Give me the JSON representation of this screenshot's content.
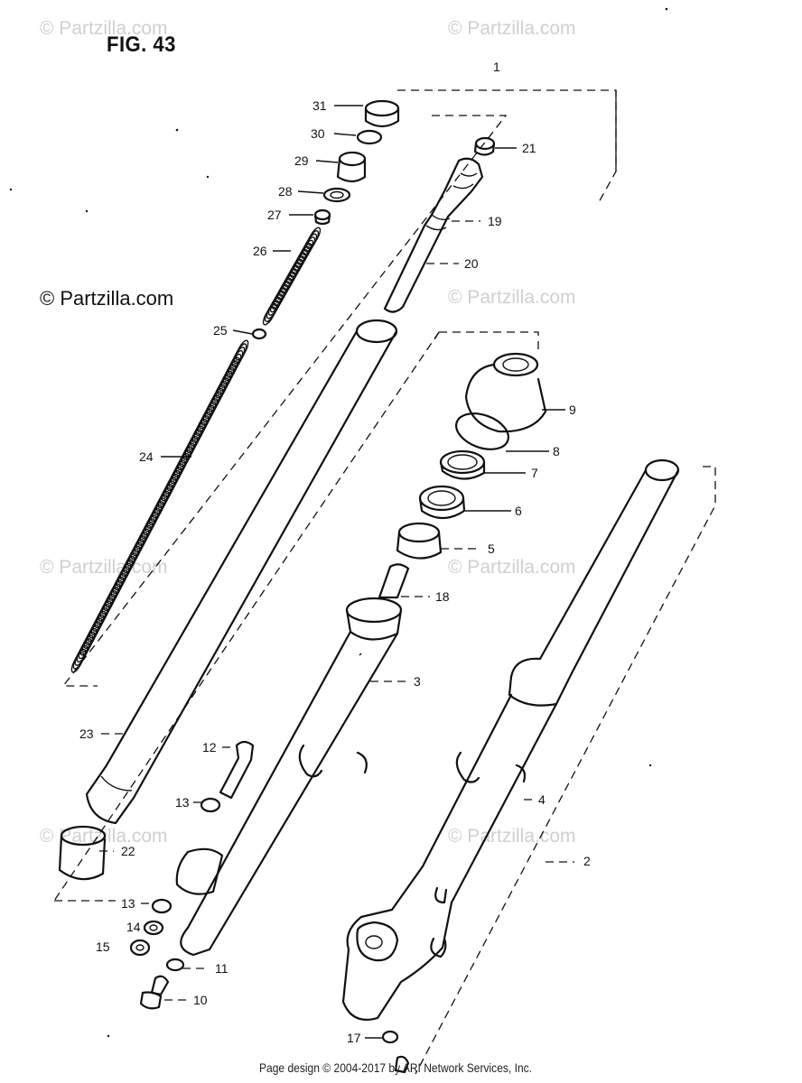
{
  "figure": {
    "title": "FIG. 43",
    "copyright": "© Partzilla.com",
    "watermark": "© Partzilla.com",
    "footer": "Page design © 2004-2017 by ARI Network Services, Inc."
  },
  "callouts": [
    {
      "id": "c1",
      "label": "1"
    },
    {
      "id": "c2",
      "label": "2"
    },
    {
      "id": "c3",
      "label": "3"
    },
    {
      "id": "c4",
      "label": "4"
    },
    {
      "id": "c5",
      "label": "5"
    },
    {
      "id": "c6",
      "label": "6"
    },
    {
      "id": "c7",
      "label": "7"
    },
    {
      "id": "c8",
      "label": "8"
    },
    {
      "id": "c9",
      "label": "9"
    },
    {
      "id": "c10",
      "label": "10"
    },
    {
      "id": "c11",
      "label": "11"
    },
    {
      "id": "c12",
      "label": "12"
    },
    {
      "id": "c13a",
      "label": "13"
    },
    {
      "id": "c13b",
      "label": "13"
    },
    {
      "id": "c14",
      "label": "14"
    },
    {
      "id": "c15",
      "label": "15"
    },
    {
      "id": "c17",
      "label": "17"
    },
    {
      "id": "c18",
      "label": "18"
    },
    {
      "id": "c19",
      "label": "19"
    },
    {
      "id": "c20",
      "label": "20"
    },
    {
      "id": "c21",
      "label": "21"
    },
    {
      "id": "c22",
      "label": "22"
    },
    {
      "id": "c23",
      "label": "23"
    },
    {
      "id": "c24",
      "label": "24"
    },
    {
      "id": "c25",
      "label": "25"
    },
    {
      "id": "c26",
      "label": "26"
    },
    {
      "id": "c27",
      "label": "27"
    },
    {
      "id": "c28",
      "label": "28"
    },
    {
      "id": "c29",
      "label": "29"
    },
    {
      "id": "c30",
      "label": "30"
    },
    {
      "id": "c31",
      "label": "31"
    }
  ]
}
